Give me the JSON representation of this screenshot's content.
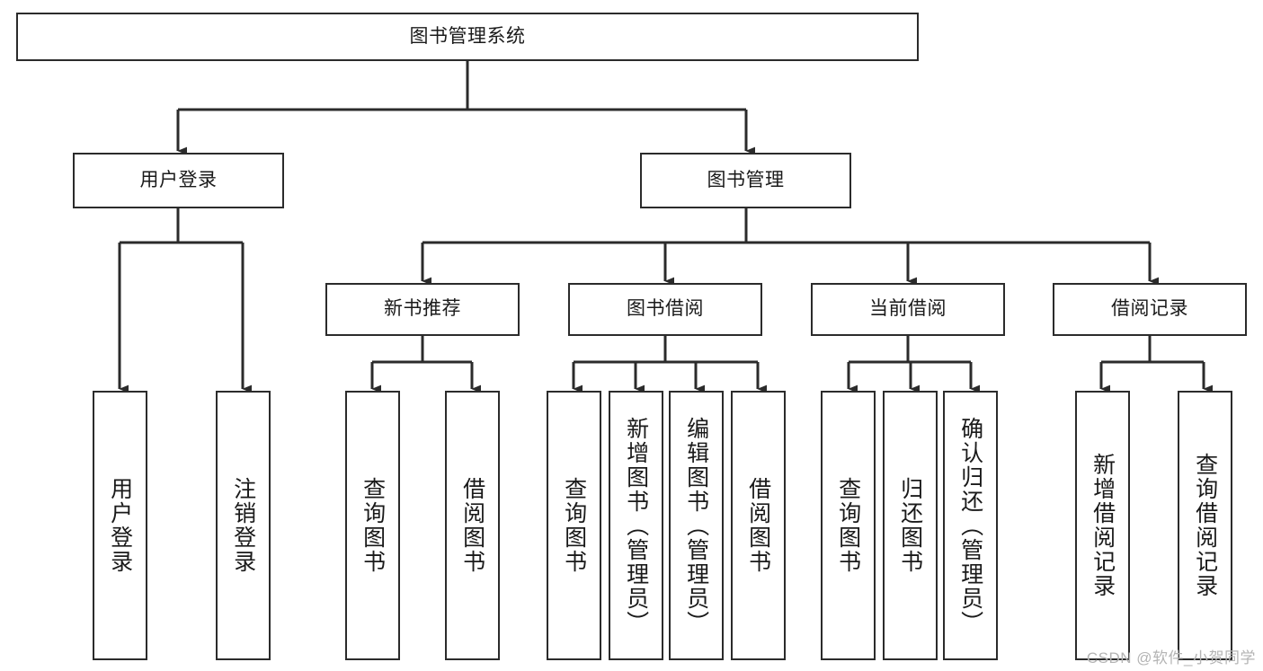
{
  "diagram": {
    "type": "tree",
    "title": "图书管理系统",
    "watermark": "CSDN @软件_小贺同学",
    "colors": {
      "box_border": "#2b2b2b",
      "box_fill": "#ffffff",
      "connector": "#2b2b2b",
      "text": "#1a1a1a",
      "watermark": "#b4b4b4"
    },
    "levels": {
      "root": {
        "label": "图书管理系统"
      },
      "level2": [
        {
          "label": "用户登录"
        },
        {
          "label": "图书管理"
        }
      ],
      "level3": [
        {
          "label": "新书推荐"
        },
        {
          "label": "图书借阅"
        },
        {
          "label": "当前借阅"
        },
        {
          "label": "借阅记录"
        }
      ],
      "leaves": {
        "user_login": [
          {
            "label": "用户登录"
          },
          {
            "label": "注销登录"
          }
        ],
        "new_book_recommend": [
          {
            "label": "查询图书"
          },
          {
            "label": "借阅图书"
          }
        ],
        "book_borrow": [
          {
            "label": "查询图书"
          },
          {
            "label": "新增图书（管理员）"
          },
          {
            "label": "编辑图书（管理员）"
          },
          {
            "label": "借阅图书"
          }
        ],
        "current_borrow": [
          {
            "label": "查询图书"
          },
          {
            "label": "归还图书"
          },
          {
            "label": "确认归还（管理员）"
          }
        ],
        "borrow_record": [
          {
            "label": "新增借阅记录"
          },
          {
            "label": "查询借阅记录"
          }
        ]
      }
    }
  }
}
